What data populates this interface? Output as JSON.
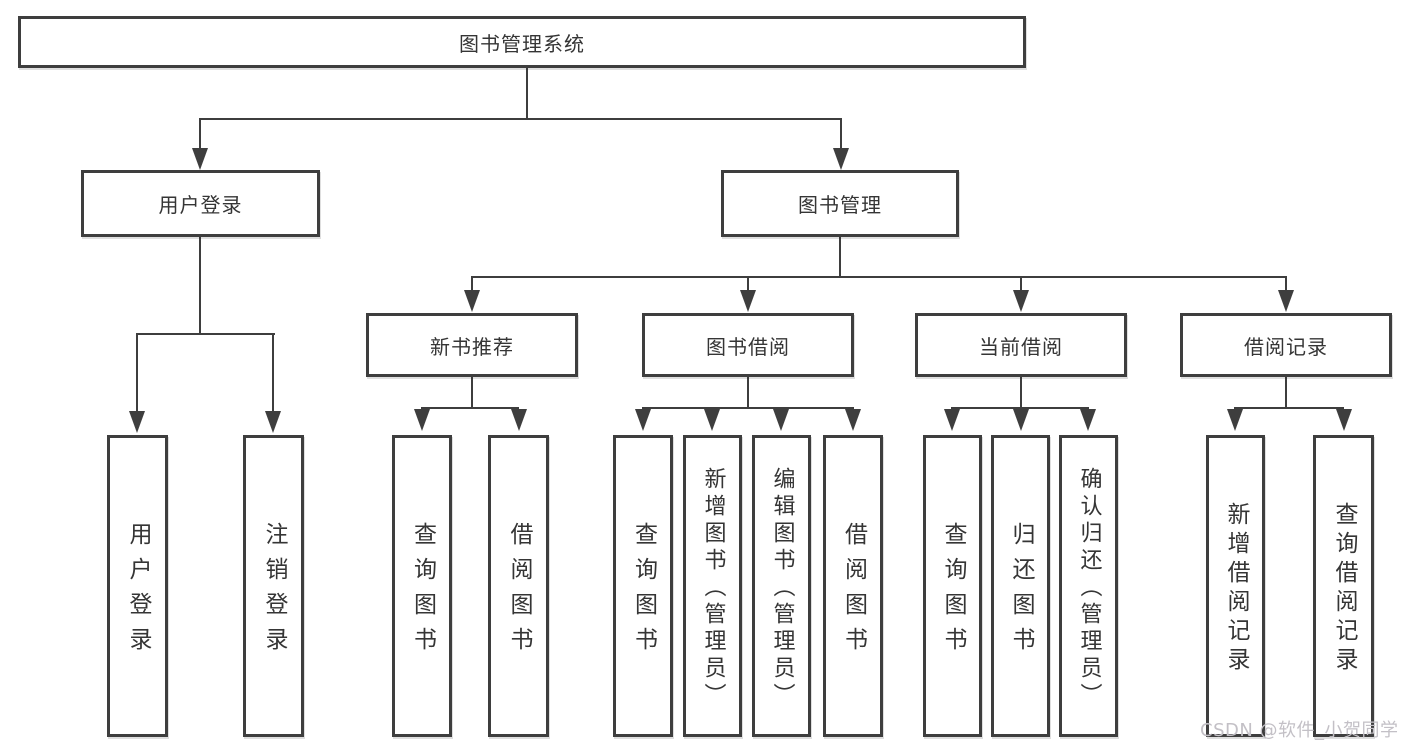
{
  "tree": {
    "label": "图书管理系统",
    "children": [
      {
        "label": "用户登录",
        "children": [
          {
            "label": "用户登录"
          },
          {
            "label": "注销登录"
          }
        ]
      },
      {
        "label": "图书管理",
        "children": [
          {
            "label": "新书推荐",
            "children": [
              {
                "label": "查询图书"
              },
              {
                "label": "借阅图书"
              }
            ]
          },
          {
            "label": "图书借阅",
            "children": [
              {
                "label": "查询图书"
              },
              {
                "label": "新增图书（管理员）"
              },
              {
                "label": "编辑图书（管理员）"
              },
              {
                "label": "借阅图书"
              }
            ]
          },
          {
            "label": "当前借阅",
            "children": [
              {
                "label": "查询图书"
              },
              {
                "label": "归还图书"
              },
              {
                "label": "确认归还（管理员）"
              }
            ]
          },
          {
            "label": "借阅记录",
            "children": [
              {
                "label": "新增借阅记录"
              },
              {
                "label": "查询借阅记录"
              }
            ]
          }
        ]
      }
    ]
  },
  "watermark": "CSDN @软件_小贺同学",
  "colors": {
    "stroke": "#3e3e3e",
    "text": "#353535",
    "background": "#ffffff",
    "watermark": "#c3c0c6"
  }
}
